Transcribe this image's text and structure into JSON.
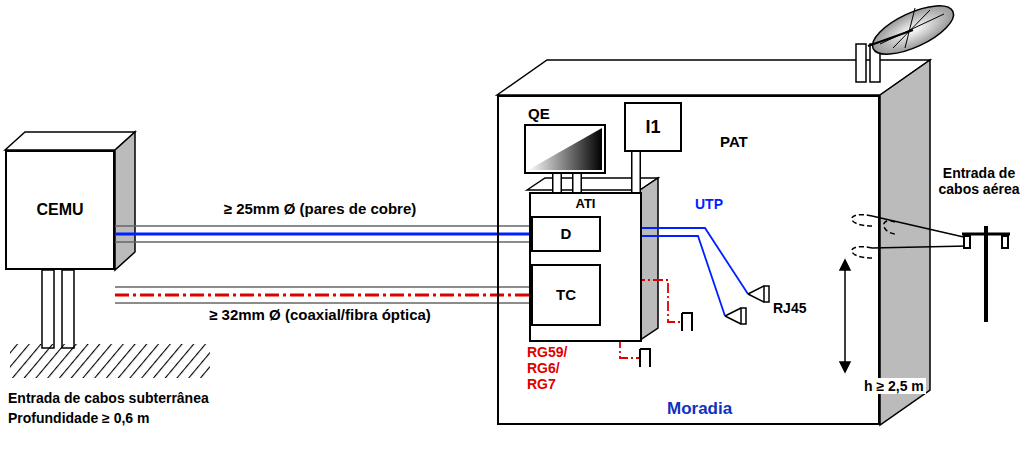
{
  "diagram": {
    "nodes": [
      {
        "text": [
          "CEMU"
        ]
      },
      {
        "text": [
          "Moradia"
        ]
      },
      {
        "text": [
          "QE"
        ],
        "in": 1
      },
      {
        "text": [
          "I1"
        ],
        "in": 1
      },
      {
        "text": [
          "ATI"
        ],
        "in": 1
      },
      {
        "text": [
          "D"
        ],
        "in": 4
      },
      {
        "text": [
          "TC"
        ],
        "in": 4
      }
    ],
    "edges": [
      {
        "from": 0,
        "to": 5,
        "arrow": "none",
        "label": "≥ 25mm Ø (pares de cobre)"
      },
      {
        "from": 0,
        "to": 6,
        "arrow": "none",
        "label": "≥ 32mm Ø (coaxial/fibra óptica)"
      },
      {
        "from": 2,
        "to": 4,
        "arrow": "none"
      },
      {
        "from": 3,
        "to": 4,
        "arrow": "none"
      }
    ],
    "labels": [
      "PAT",
      "UTP",
      "RJ45",
      "RG59/ RG6/ RG7",
      "Entrada de cabos aérea",
      "h ≥ 2,5 m",
      "Entrada de cabos subterrânea",
      "Profundidade ≥ 0,6 m"
    ]
  }
}
